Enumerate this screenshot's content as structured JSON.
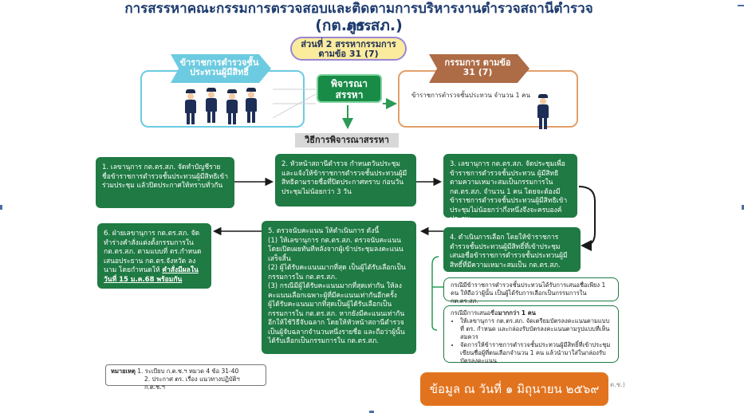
{
  "title": {
    "line1": "การสรรหาคณะกรรมการตรวจสอบและติดตามการบริหารงานตำรวจสถานีตำรวจภูธร",
    "line2": "(กต.ตร.สภ.)"
  },
  "part_label": "ส่วนที่ 2 สรรหากรรมการ ตามข้อ 31 (7)",
  "left_ribbon": "ข้าราชการตำรวจชั้นประทวนผู้มีสิทธิ์",
  "right_ribbon": "กรรมการ ตามข้อ 31 (7)",
  "right_box_text": "ข้าราชการตำรวจชั้นประทวน จำนวน 1 คน",
  "consider_label": "พิจารณา สรรหา",
  "method_label": "วิธีการพิจารณาสรรหา",
  "steps": {
    "s1": "1. เลขานุการ กต.ตร.สภ. จัดทำบัญชีรายชื่อข้าราชการตำรวจชั้นประทวนผู้มีสิทธิเข้าร่วมประชุม แล้วปิดประกาศให้ทราบทั่วกัน",
    "s2": "2. หัวหน้าสถานีตำรวจ กำหนดวันประชุม และแจ้งให้ข้าราชการตำรวจชั้นประทวนผู้มีสิทธิตามรายชื่อที่ปิดประกาศทราบ ก่อนวันประชุมไม่น้อยกว่า 3 วัน",
    "s3": "3. เลขานุการ กต.ตร.สภ. จัดประชุมเพื่อข้าราชการตำรวจชั้นประทวน ผู้มีสิทธิตามความเหมาะสมเป็นกรรมการใน กต.ตร.สภ. จำนวน 1 คน โดยจะต้องมีข้าราชการตำรวจชั้นประทวนผู้มีสิทธิเข้าประชุมไม่น้อยกว่ากึ่งหนึ่งจึงจะครบองค์ประชุม",
    "s4": "4. ดำเนินการเลือก โดยให้ข้าราชการตำรวจชั้นประทวนผู้มีสิทธิ์ที่เข้าประชุมเสนอชื่อข้าราชการตำรวจชั้นประทวนผู้มีสิทธิ์ที่มีความเหมาะสมเป็น กต.ตร.สภ.",
    "s5_head": "5. ตรวจนับคะแนน ให้ดำเนินการ ดังนี้",
    "s5_p1": "(1) ให้เลขานุการ กต.ตร.สภ. ตรวจนับคะแนนโดยเปิดเผยทันทีหลังจากผู้เข้าประชุมลงคะแนนเสร็จสิ้น",
    "s5_p2": "(2) ผู้ได้รับคะแนนมากที่สุด เป็นผู้ได้รับเลือกเป็นกรรมการใน กต.ตร.สภ.",
    "s5_p3": "(3) กรณีมีผู้ได้รับคะแนนมากที่สุดเท่ากัน ให้ลงคะแนนเลือกเฉพาะผู้ที่มีคะแนนเท่ากันอีกครั้ง",
    "s5_p4": "ผู้ได้รับคะแนนมากที่สุดเป็นผู้ได้รับเลือกเป็นกรรมการใน กต.ตร.สภ. หากยังมีคะแนนเท่ากันอีกให้ใช้วิธีจับฉลาก โดยให้หัวหน้าสถานีตำรวจเป็นผู้จับฉลากจำนวนหนึ่งรายชื่อ และถือว่าผู้นั้นได้รับเลือกเป็นกรรมการใน กต.ตร.สภ.",
    "s6": "6. ฝ่ายเลขานุการ กต.ตร.สภ. จัดทำร่างคำสั่งแต่งตั้งกรรมการใน กต.ตร.สภ. ตามแบบที่ ตร.กำหนด เสนอประธาน กต.ตร.จังหวัด ลงนาม โดยกำหนดให้",
    "s6_emph": "คำสั่งมีผลในวันที่ 15 ม.ค.68 พร้อมกัน"
  },
  "notes": {
    "n1": "กรณีมีข้าราชการตำรวจชั้นประทวนได้รับการเสนอชื่อเพียง 1 คน ให้ถือว่าผู้นั้น เป็นผู้ได้รับการเลือกเป็นกรรมการใน กต.ตร.สภ.",
    "n2_head_pre": "กรณีมีการเสนอชื่อ",
    "n2_head_emph": "มากกว่า 1 คน",
    "n2_b1": "ให้เลขานุการ กต.ตร.สภ. จัดเตรียมบัตรลงคะแนนตามแบบที่ ตร. กำหนด และกล่องรับบัตรลงคะแนนตามรูปแบบที่เห็นสมควร",
    "n2_b2": "จัดการให้ข้าราชการตำรวจชั้นประทวนผู้มีสิทธิ์ที่เข้าประชุมเขียนชื่อผู้ที่ตนเลือกจำนวน 1 คน แล้วนำมาใส่ในกล่องรับบัตรลงคะแนน"
  },
  "reference": {
    "label": "หมายเหตุ",
    "r1": "1. ระเบียบ ก.ต.ช.ฯ หมวด 4 ข้อ 31-40",
    "r2": "2. ประกาศ ตร. เรื่อง แนวทางปฏิบัติฯ ก.ต.ช.ฯ"
  },
  "date_badge": "ข้อมูล ณ วันที่ ๑ มิถุนายน ๒๕๖๙",
  "credit": "ต.ช.)",
  "colors": {
    "title": "#1d3b6e",
    "step_green": "#1f7a43",
    "left_ribbon": "#6ccbe0",
    "right_ribbon": "#ad6b46",
    "badge_orange": "#e2731e"
  }
}
